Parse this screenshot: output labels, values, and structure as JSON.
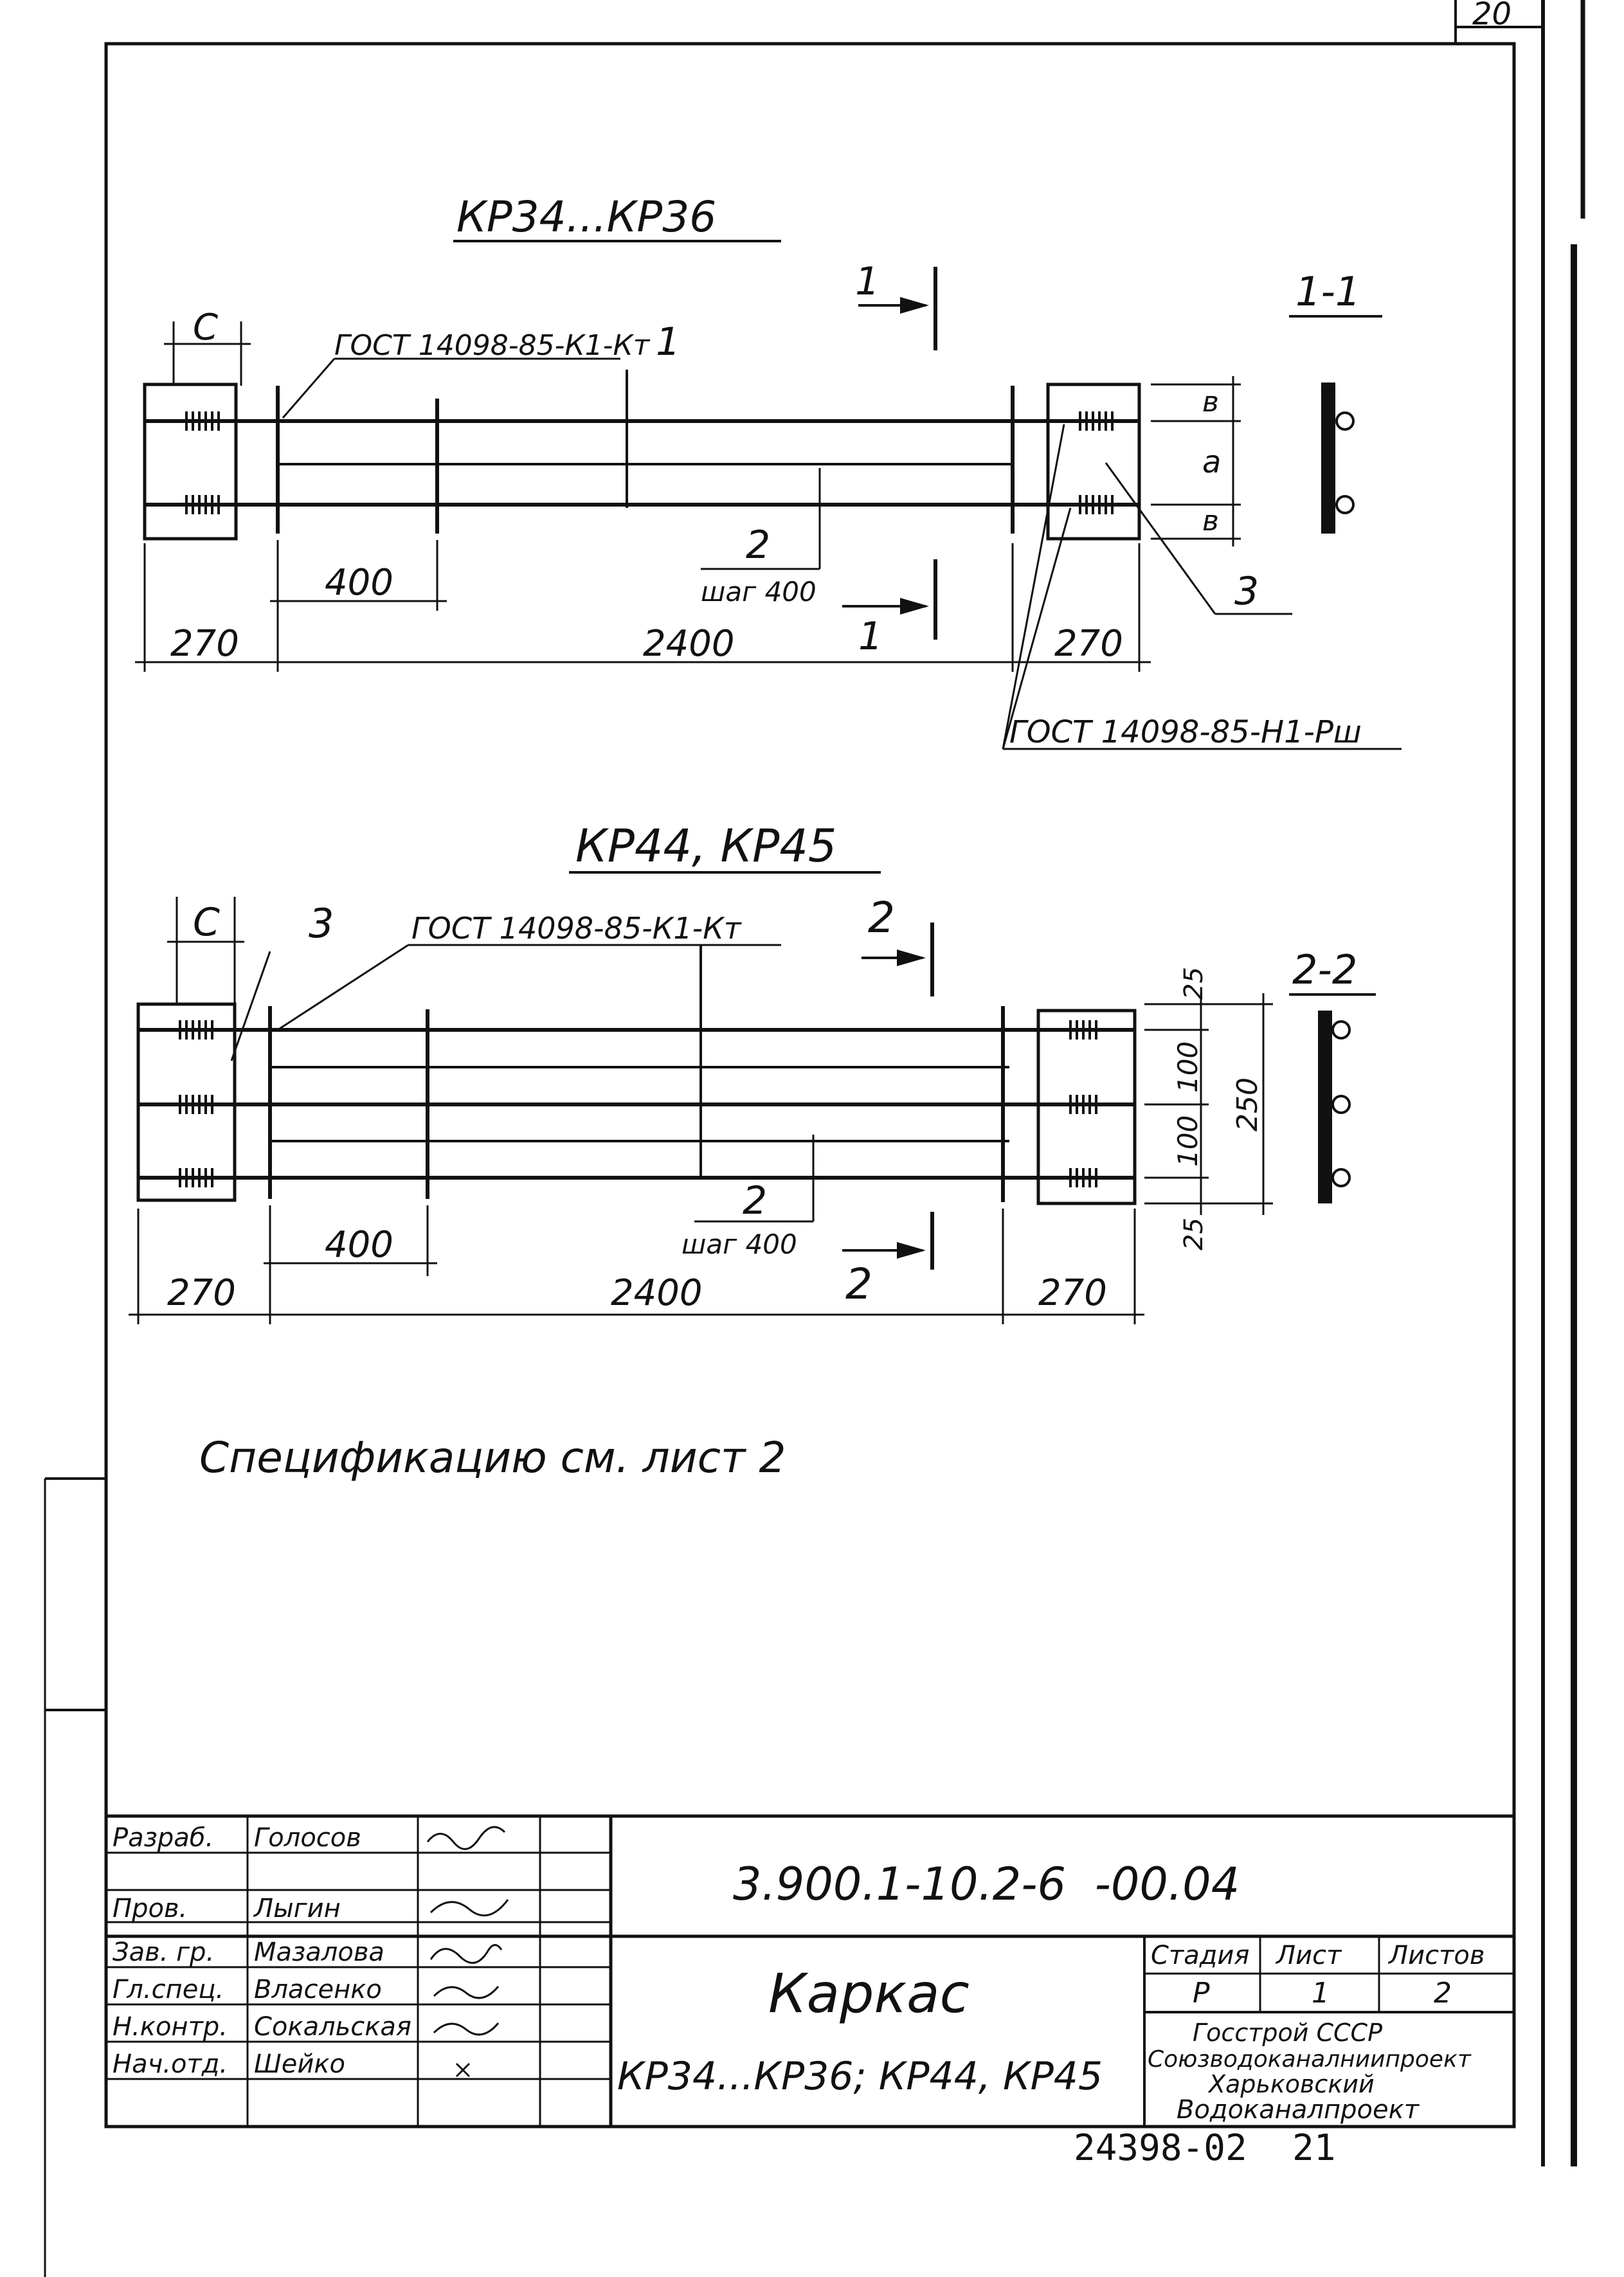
{
  "corner": {
    "sheet_no": "20"
  },
  "drawing1": {
    "title": "КР34...КР36",
    "labels": {
      "c": "С",
      "gost_kt": "ГОСТ 14098-85-К1-Кт",
      "pos1": "1",
      "pos2": "2",
      "step": "шаг 400",
      "pos3": "3",
      "gost_rsh": "ГОСТ 14098-85-Н1-Рш",
      "b_top": "в",
      "a": "а",
      "b_bot": "в"
    },
    "dims": {
      "left": "270",
      "middle": "2400",
      "right": "270",
      "spacing": "400"
    },
    "cut_top": "1",
    "cut_bottom": "1",
    "section_title": "1-1"
  },
  "drawing2": {
    "title": "КР44, КР45",
    "labels": {
      "c": "С",
      "pos3": "3",
      "gost_kt": "ГОСТ 14098-85-К1-Кт",
      "pos2": "2",
      "step": "шаг 400"
    },
    "dims": {
      "left": "270",
      "middle": "2400",
      "right": "270",
      "spacing": "400",
      "v_top": "25",
      "v_mid1": "100",
      "v_mid2": "100",
      "v_bot": "25",
      "v_total": "250"
    },
    "cut_top": "2",
    "cut_bottom": "2",
    "section_title": "2-2"
  },
  "note": "Спецификацию см. лист 2",
  "title_block": {
    "doc_number": "3.900.1-10.2-6  -00.04",
    "roles": [
      {
        "role": "Разраб.",
        "name": "Голосов"
      },
      {
        "role": "Пров.",
        "name": "Лыгин"
      },
      {
        "role": "Зав. гр.",
        "name": "Мазалова"
      },
      {
        "role": "Гл.спец.",
        "name": "Власенко"
      },
      {
        "role": "Н.контр.",
        "name": "Сокальская"
      },
      {
        "role": "Нач.отд.",
        "name": "Шейко"
      }
    ],
    "product_title": "Каркас",
    "product_subtitle": "КР34...КР36; КР44, КР45",
    "stage_header": "Стадия",
    "sheet_header": "Лист",
    "sheets_header": "Листов",
    "stage_value": "Р",
    "sheet_value": "1",
    "sheets_value": "2",
    "org_lines": [
      "Госстрой СССР",
      "Союзводоканалниипроект",
      "Харьковский",
      "Водоканалпроект"
    ]
  },
  "footer": {
    "archive_no": "24398-02",
    "page": "21"
  }
}
